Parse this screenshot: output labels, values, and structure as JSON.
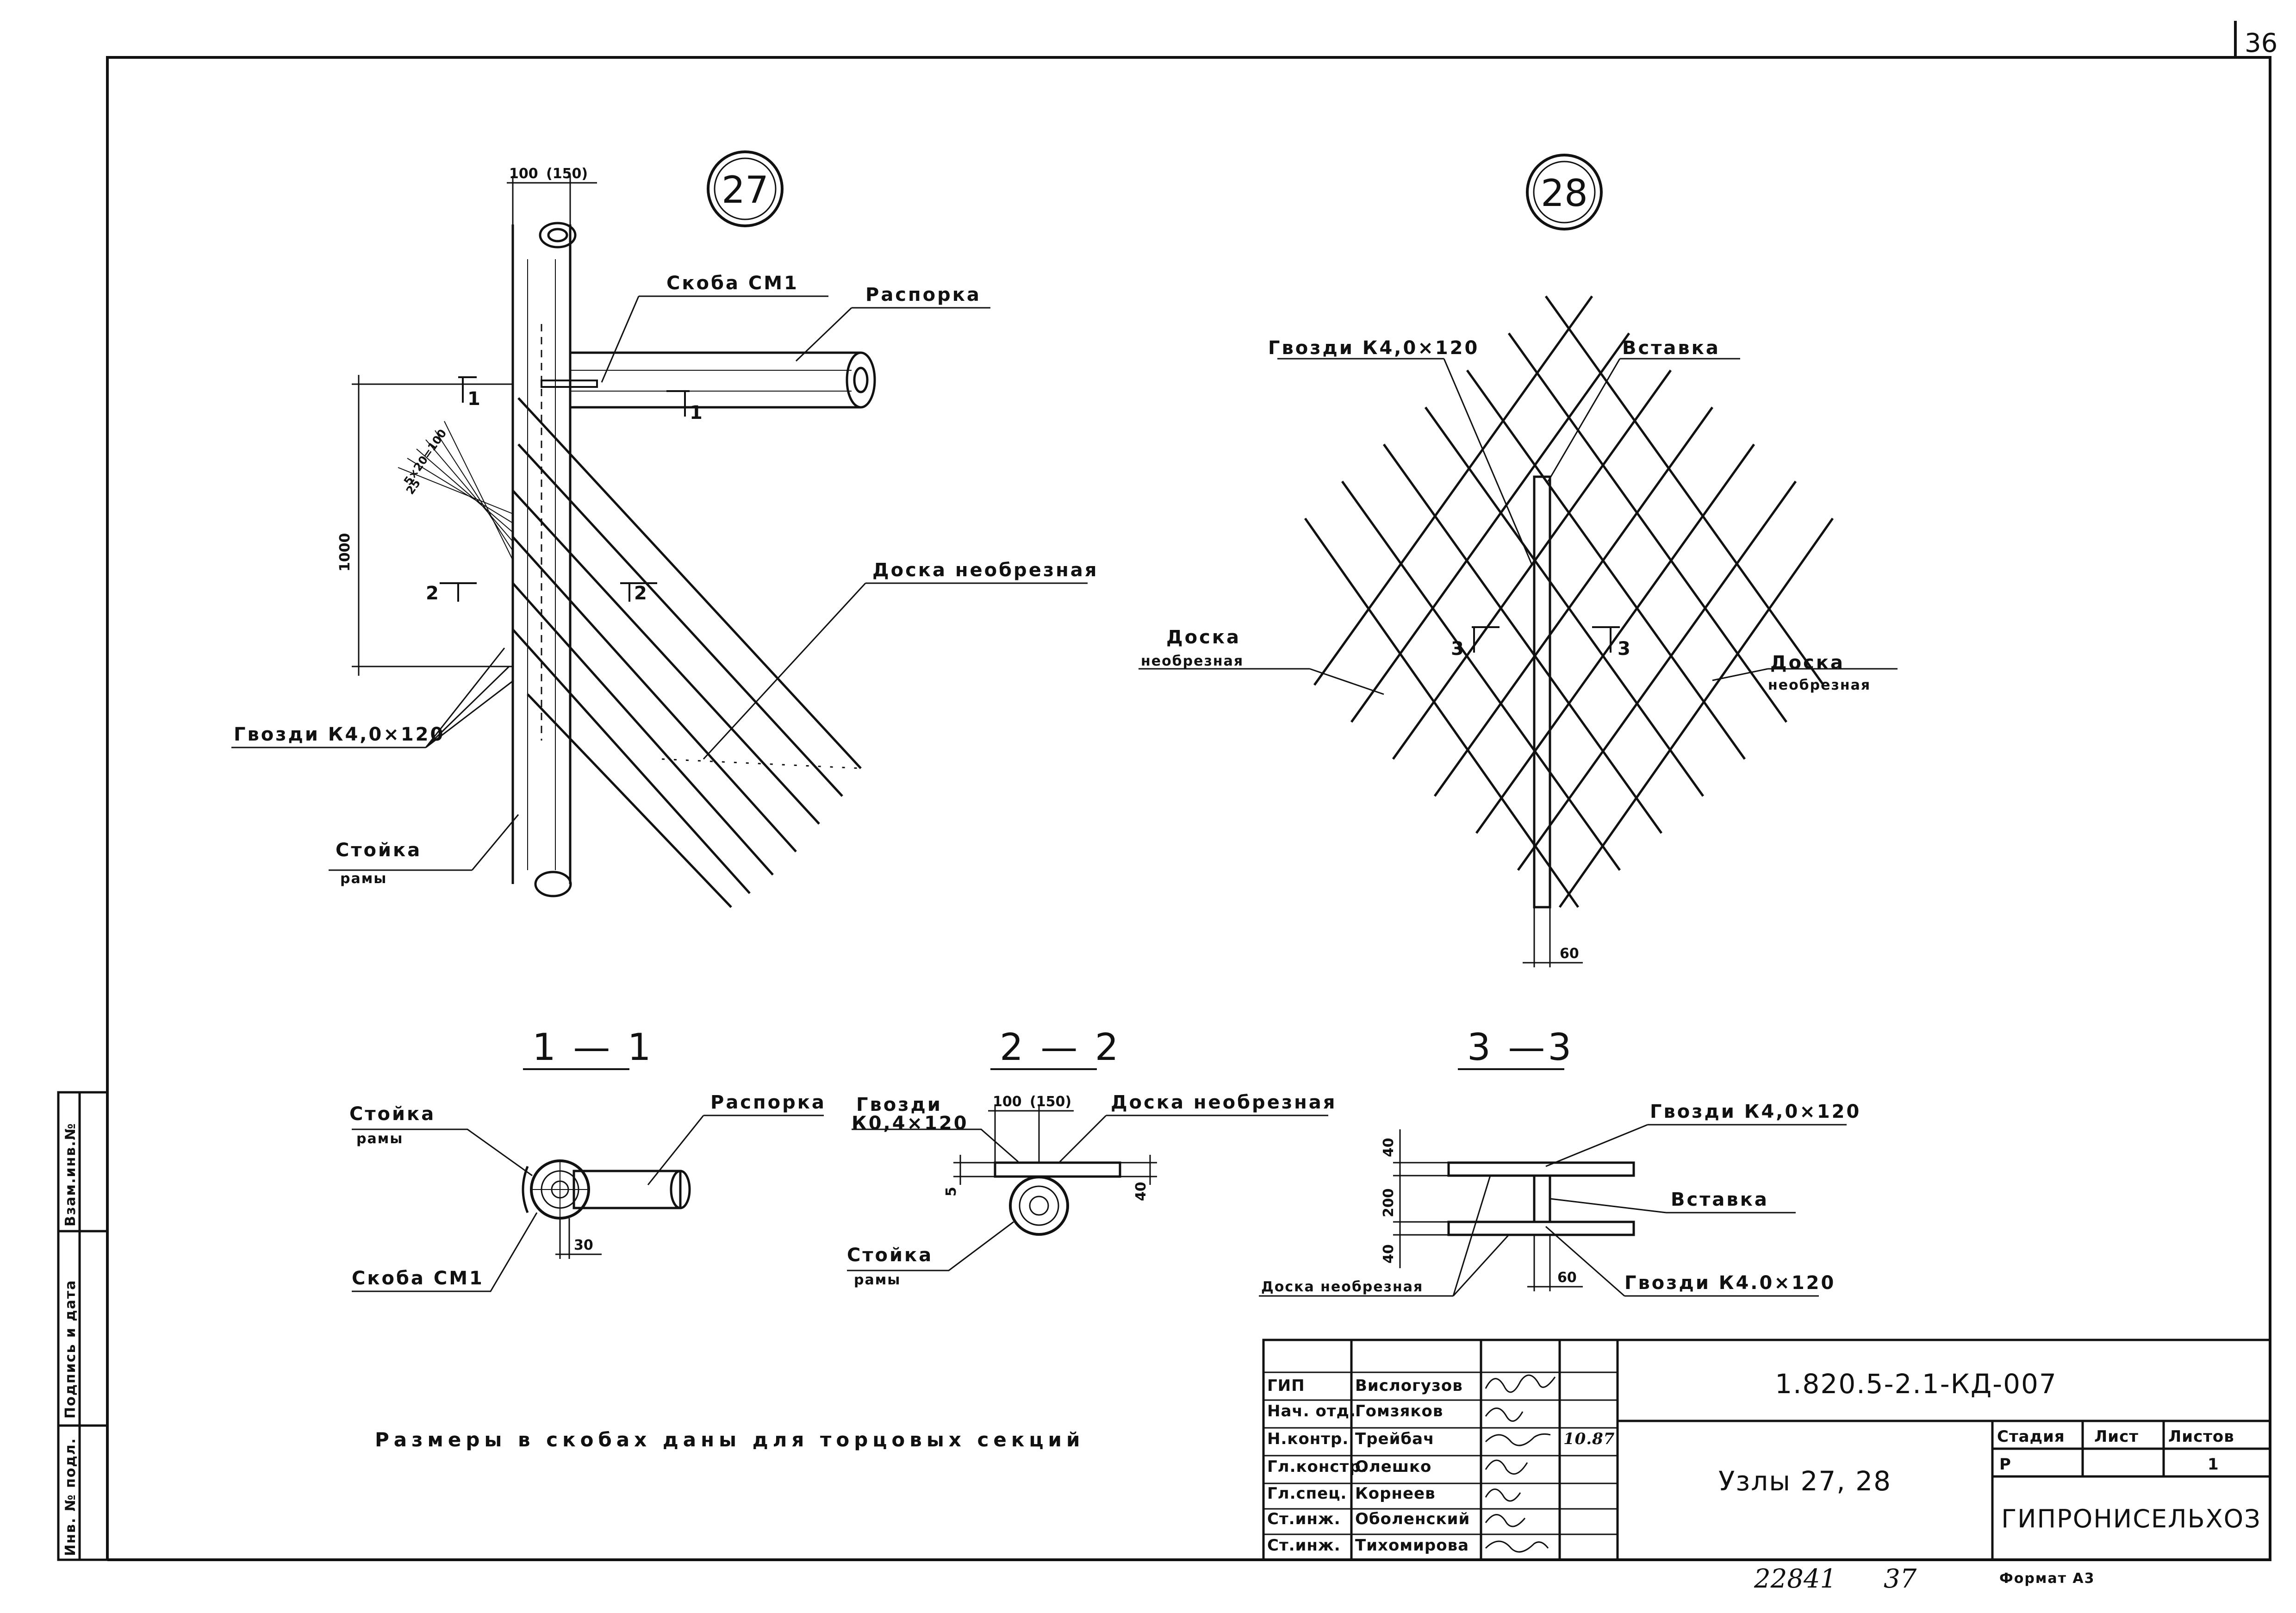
{
  "sheet_number": "36",
  "node27": {
    "number": "27",
    "dim_top": "100",
    "dim_top_alt": "(150)",
    "label_bracket": "Скоба СМ1",
    "label_strut": "Распорка",
    "label_board": "Доска необрезная",
    "label_nails": "Гвозди К4,0×120",
    "label_post": "Стойка",
    "label_post_sub": "рамы",
    "dim_height": "1000",
    "dim_spacing": "5×20=100",
    "dim_edge": "25",
    "section_mark_1": "1",
    "section_mark_2": "2"
  },
  "node28": {
    "number": "28",
    "label_nails": "Гвозди К4,0×120",
    "label_insert": "Вставка",
    "label_board_left": "Доска",
    "label_board_left_sub": "необрезная",
    "label_board_right": "Доска",
    "label_board_right_sub": "необрезная",
    "dim_bottom": "60",
    "section_mark_3": "3"
  },
  "section11": {
    "title": "1 — 1",
    "label_post": "Стойка",
    "label_post_sub": "рамы",
    "label_strut": "Распорка",
    "label_bracket": "Скоба СМ1",
    "dim": "30"
  },
  "section22": {
    "title": "2 — 2",
    "label_nails": "Гвозди",
    "label_nails_sub": "К0,4×120",
    "dim_top": "100",
    "dim_top_alt": "(150)",
    "label_board": "Доска необрезная",
    "label_post": "Стойка",
    "label_post_sub": "рамы",
    "dim_left": "5",
    "dim_right": "40"
  },
  "section33": {
    "title": "3 —3",
    "label_nails_top": "Гвозди К4,0×120",
    "label_insert": "Вставка",
    "label_board": "Доска необрезная",
    "label_nails_bottom": "Гвозди К4.0×120",
    "dim_40a": "40",
    "dim_200": "200",
    "dim_40b": "40",
    "dim_60": "60"
  },
  "note": "Размеры в скобах даны для торцовых секций",
  "side_stamp": {
    "col1": "Взам.инв.№",
    "col2": "Подпись и дата",
    "col3": "Инв. № подл."
  },
  "title_block": {
    "rows": [
      {
        "role": "ГИП",
        "name": "Вислогузов"
      },
      {
        "role": "Нач. отд.",
        "name": "Гомзяков"
      },
      {
        "role": "Н.контр.",
        "name": "Трейбач",
        "date": "10.87"
      },
      {
        "role": "Гл.констр.",
        "name": "Олешко"
      },
      {
        "role": "Гл.спец.",
        "name": "Корнеев"
      },
      {
        "role": "Ст.инж.",
        "name": "Оболенский"
      },
      {
        "role": "Ст.инж.",
        "name": "Тихомирова"
      }
    ],
    "code": "1.820.5-2.1-КД-007",
    "name": "Узлы 27, 28",
    "stage_header": "Стадия",
    "sheet_header": "Лист",
    "sheets_header": "Листов",
    "stage": "Р",
    "sheets": "1",
    "org": "ГИПРОНИСЕЛЬХОЗ",
    "format": "Формат А3",
    "archive_no": "22841",
    "archive_sub": "37"
  }
}
